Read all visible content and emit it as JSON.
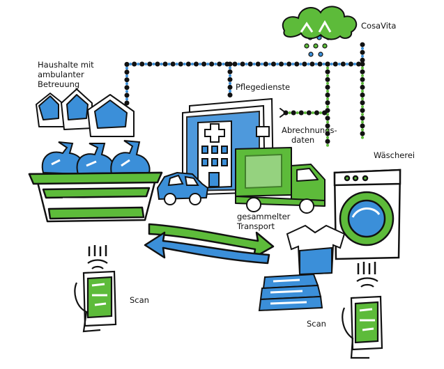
{
  "labels": {
    "cosavita": "CosaVita",
    "households": [
      "Haushalte mit",
      "ambulanter",
      "Betreuung"
    ],
    "care_services": "Pflegedienste",
    "billing_data": [
      "Abrechnungs-",
      "daten"
    ],
    "laundry": "Wäscherei",
    "transport": [
      "gesammelter",
      "Transport"
    ],
    "scan_left": "Scan",
    "scan_right": "Scan"
  },
  "colors": {
    "green": "#5dbb3a",
    "blue": "#3b8fd9",
    "outline": "#111111",
    "dots_blue": "#3b8fd9",
    "dots_green": "#5dbb3a"
  },
  "icons": [
    "cloud-icon",
    "houses-icon",
    "laundry-bags-icon",
    "basket-icon",
    "hospital-icon",
    "car-icon",
    "truck-icon",
    "washing-machine-icon",
    "folded-laundry-icon",
    "shirt-icon",
    "smartphone-icon",
    "exchange-arrows-icon"
  ]
}
